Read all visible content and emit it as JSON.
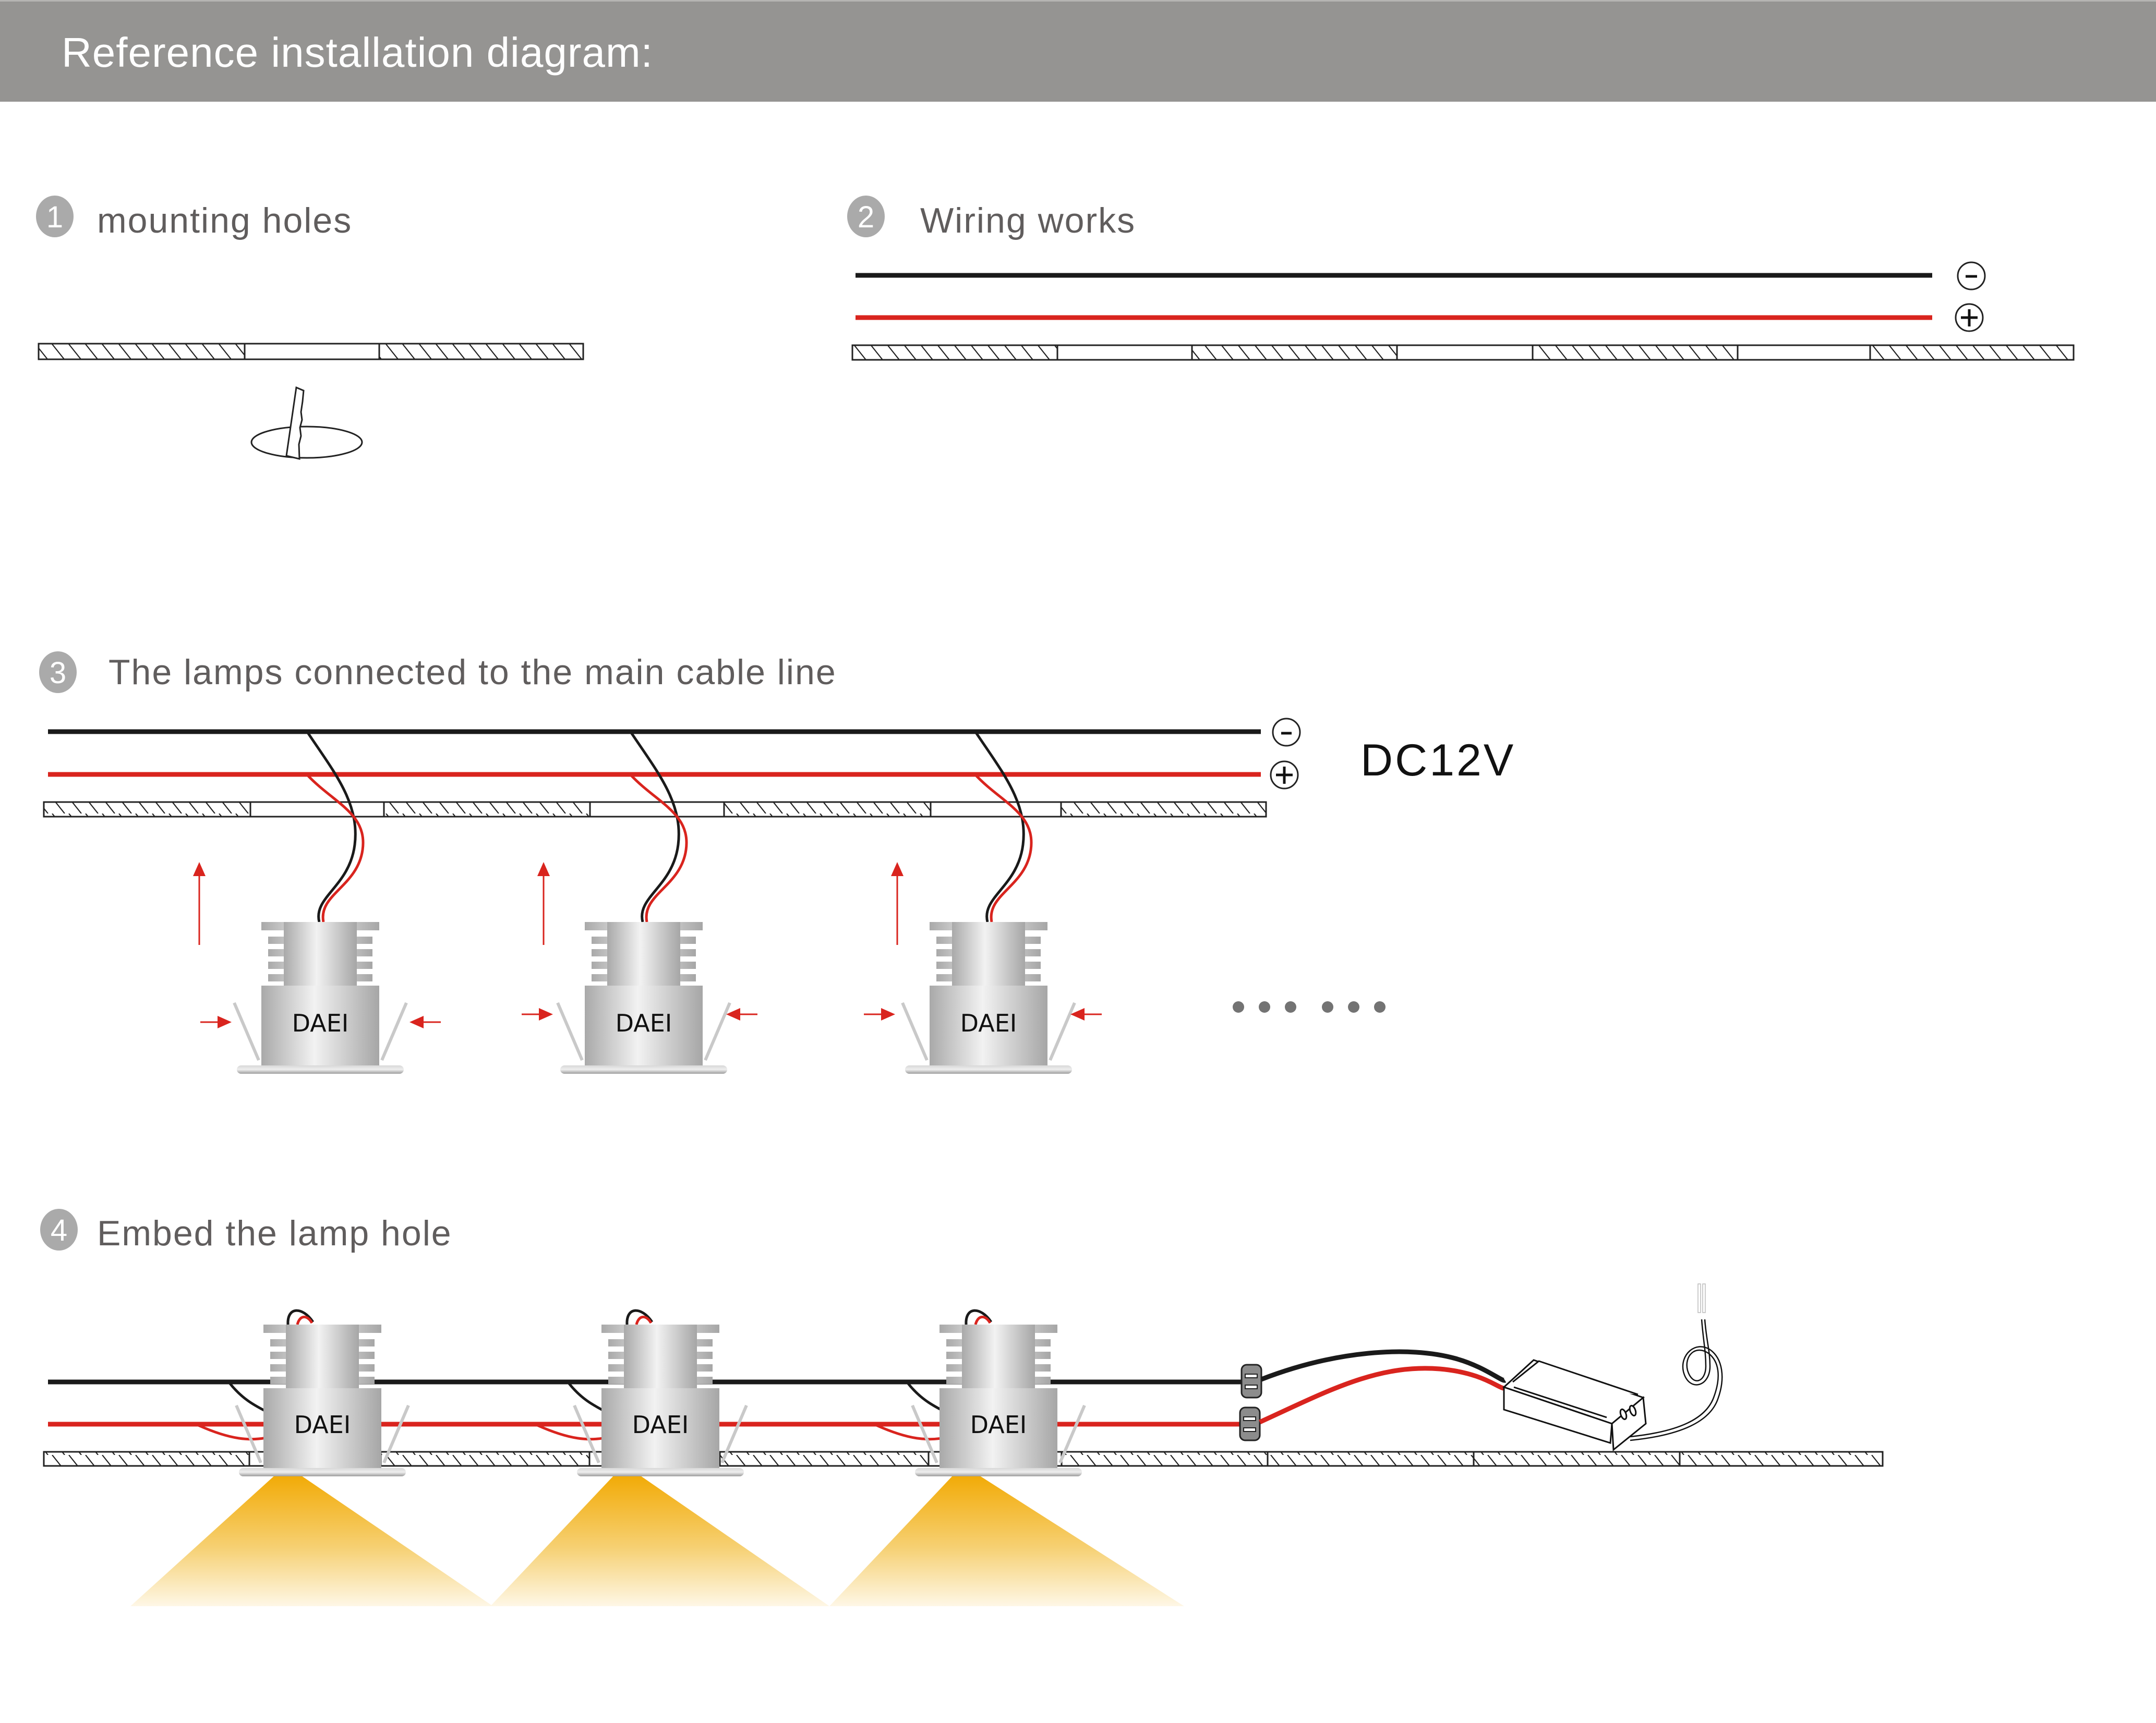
{
  "header": {
    "title": "Reference installation diagram:"
  },
  "steps": [
    {
      "number": "1",
      "label": "mounting holes",
      "icon": "saw-cutting-hole-icon"
    },
    {
      "number": "2",
      "label": "Wiring works"
    },
    {
      "number": "3",
      "label": "The lamps connected to the main cable line"
    },
    {
      "number": "4",
      "label": "Embed the lamp hole"
    }
  ],
  "polarity": {
    "negative": "-",
    "positive": "+"
  },
  "power": {
    "voltage_label": "DC12V"
  },
  "lamp": {
    "brand_label": "DAEI",
    "count_step3": 3,
    "count_step4": 3
  },
  "continuation": {
    "icon": "ellipsis-dots",
    "dot_count": 6
  },
  "colors": {
    "header_bg": "#959492",
    "badge_bg": "#aaaaaa",
    "step_text": "#605d5d",
    "negative_wire": "#1a1a1a",
    "positive_wire": "#d9241e",
    "arrow": "#d9241e",
    "light_beam": "#f2b00f",
    "lamp_body": "#c8c8c8",
    "connector": "#8c8c8c"
  }
}
